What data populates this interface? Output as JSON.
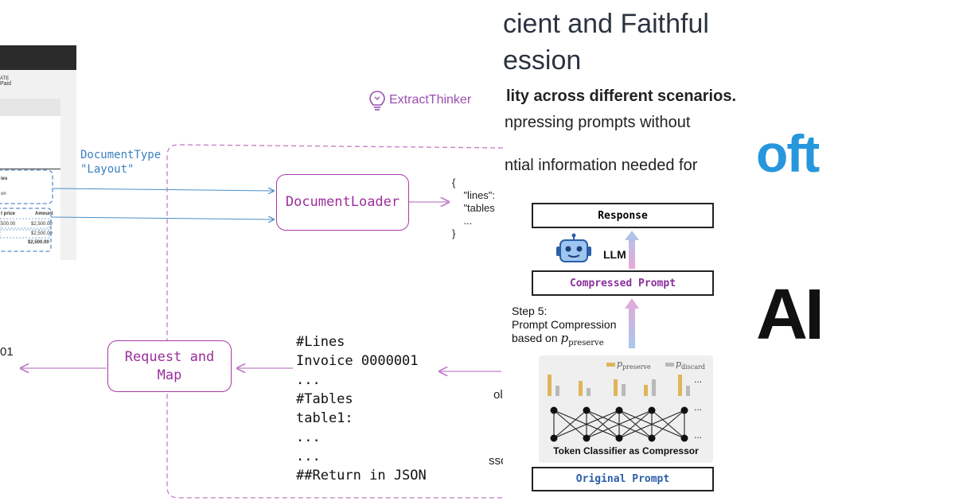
{
  "left": {
    "invoice": {
      "text_top": "ATE",
      "text_paid": "Paid",
      "text_ies": "ies",
      "text_on": "on",
      "col_price": "t price",
      "col_amount": "Amount",
      "row_price": "500.00",
      "row_amount": "$2,500.00",
      "sub_amount": "$2,500.00",
      "total_amount": "$2,500.00"
    },
    "logo_text": "ExtractThinker",
    "doc_type_label": "DocumentType\n\"Layout\"",
    "loader_label": "DocumentLoader",
    "json_output": "{\n    \"lines\":\n    \"tables\n    ...\n}",
    "request_label": "Request and\nMap",
    "prompt_code": "#Lines\nInvoice 0000001\n...\n#Tables\ntable1:\n...\n...\n##Return in JSON",
    "left_cut_text": "01",
    "cut_text_ol": "ol",
    "cut_text_ssor": "ssor"
  },
  "right": {
    "title_line1": "cient and Faithful",
    "title_line2": "ession",
    "bold_line": "lity across different scenarios.",
    "line2": "npressing prompts without",
    "line3": "ntial information needed for",
    "brand1": "oft",
    "brand2": "AI",
    "response_label": "Response",
    "llm_label": "LLM",
    "compressed_label": "Compressed Prompt",
    "step_label": "Step 5:\nPrompt Compression\nbased on",
    "p_preserve": "p",
    "p_preserve_sub": "preserve",
    "legend_preserve": "p",
    "legend_preserve_sub": "preserve",
    "legend_discard": "p",
    "legend_discard_sub": "discard",
    "ellipsis": "...",
    "classifier_label": "Token Classifier as Compressor",
    "original_label": "Original Prompt",
    "colors": {
      "brand_blue": "#2797dd",
      "box_purple": "#8a2f9b",
      "bar_gold": "#e0b45a",
      "bar_gray": "#b9b9b9"
    }
  }
}
